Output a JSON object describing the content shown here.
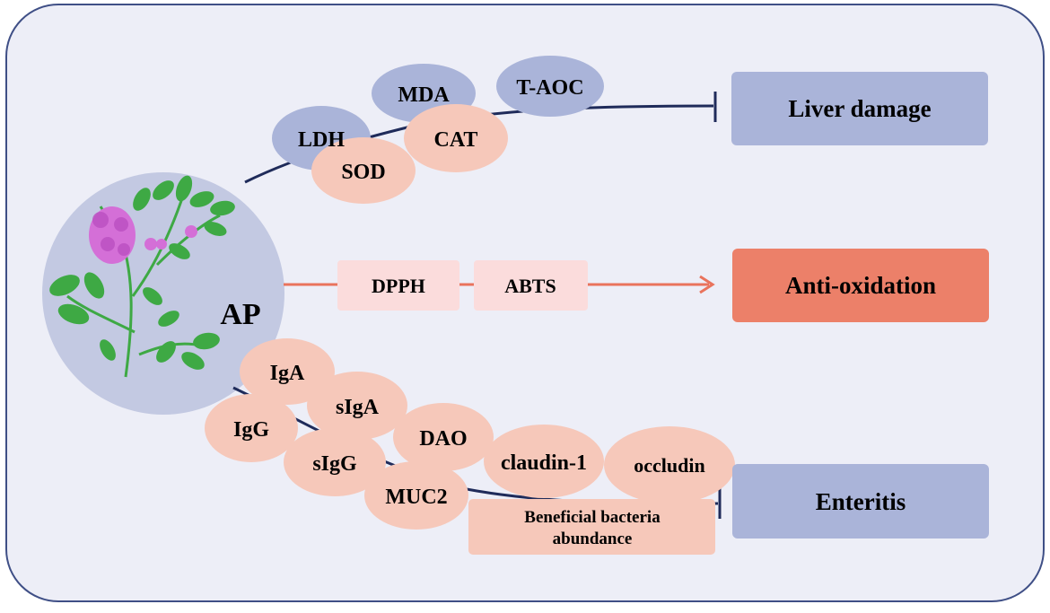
{
  "center": {
    "label": "AP"
  },
  "colors": {
    "frame_fill": "#edeef7",
    "frame_border": "#3f4f86",
    "circle_fill": "#c3c9e2",
    "inhibit_fill": "#aab4d9",
    "promote_fill": "#f6c8ba",
    "assay_fill": "#fbdcdc",
    "outcome_anti_fill": "#ec8069",
    "line_dark": "#1f2b5a",
    "line_orange": "#e9735c",
    "leaf": "#3ea944",
    "flower": "#d46fd7"
  },
  "liver": {
    "outcome": "Liver damage",
    "markers_decreased": [
      "LDH",
      "MDA",
      "T-AOC"
    ],
    "markers_increased": [
      "SOD",
      "CAT"
    ]
  },
  "antioxidation": {
    "outcome": "Anti-oxidation",
    "assays": [
      "DPPH",
      "ABTS"
    ]
  },
  "enteritis": {
    "outcome": "Enteritis",
    "markers": [
      "IgA",
      "sIgA",
      "IgG",
      "sIgG",
      "MUC2",
      "DAO",
      "claudin-1",
      "occludin"
    ],
    "bacteria_line1": "Beneficial bacteria",
    "bacteria_line2": "abundance"
  }
}
